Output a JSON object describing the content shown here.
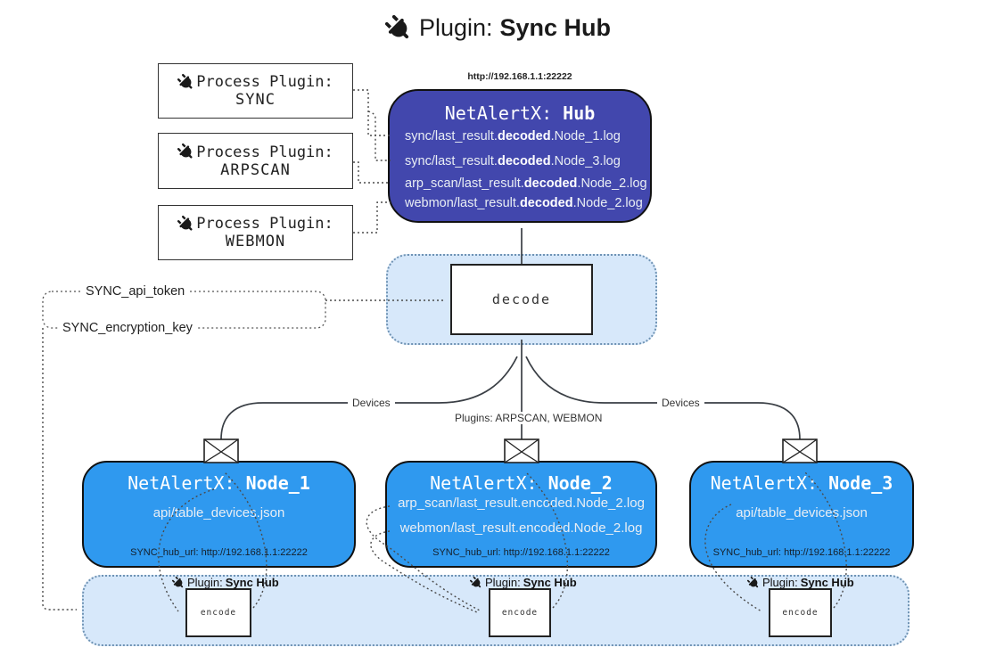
{
  "title": {
    "prefix": "Plugin: ",
    "name": "Sync Hub"
  },
  "hub": {
    "url": "http://192.168.1.1:22222",
    "title_prefix": "NetAlertX: ",
    "title_name": "Hub",
    "logs": [
      {
        "pre": "sync/last_result.",
        "bold": "decoded",
        "post": ".Node_1.log"
      },
      {
        "pre": "sync/last_result.",
        "bold": "decoded",
        "post": ".Node_3.log"
      },
      {
        "pre": "arp_scan/last_result.",
        "bold": "decoded",
        "post": ".Node_2.log"
      },
      {
        "pre": "webmon/last_result.",
        "bold": "decoded",
        "post": ".Node_2.log"
      }
    ]
  },
  "process_plugins": {
    "heading": "Process Plugin:",
    "items": [
      {
        "name": "SYNC"
      },
      {
        "name": "ARPSCAN"
      },
      {
        "name": "WEBMON"
      }
    ]
  },
  "decode_label": "decode",
  "secrets": {
    "api_token": "SYNC_api_token",
    "encryption_key": "SYNC_encryption_key"
  },
  "edges": {
    "left_devices": "Devices",
    "center_plugins": "Plugins: ARPSCAN, WEBMON",
    "right_devices": "Devices"
  },
  "nodes": [
    {
      "title_prefix": "NetAlertX: ",
      "title_name": "Node_1",
      "files": [
        "api/table_devices.json"
      ],
      "hub_url": "SYNC_hub_url: http://192.168.1.1:22222"
    },
    {
      "title_prefix": "NetAlertX: ",
      "title_name": "Node_2",
      "files": [
        "arp_scan/last_result.encoded.Node_2.log",
        "webmon/last_result.encoded.Node_2.log"
      ],
      "hub_url": "SYNC_hub_url: http://192.168.1.1:22222"
    },
    {
      "title_prefix": "NetAlertX: ",
      "title_name": "Node_3",
      "files": [
        "api/table_devices.json"
      ],
      "hub_url": "SYNC_hub_url: http://192.168.1.1:22222"
    }
  ],
  "sync_agents": [
    {
      "label_prefix": "Plugin: ",
      "label_name": "Sync Hub",
      "box_label": "encode"
    },
    {
      "label_prefix": "Plugin: ",
      "label_name": "Sync Hub",
      "box_label": "encode"
    },
    {
      "label_prefix": "Plugin: ",
      "label_name": "Sync Hub",
      "box_label": "encode"
    }
  ],
  "colors": {
    "hub_fill": "#4247ad",
    "node_fill": "#2f99ef",
    "panel_fill": "#d7e8fa",
    "panel_border": "#6f93b4",
    "arrow": "#2e3a46"
  }
}
